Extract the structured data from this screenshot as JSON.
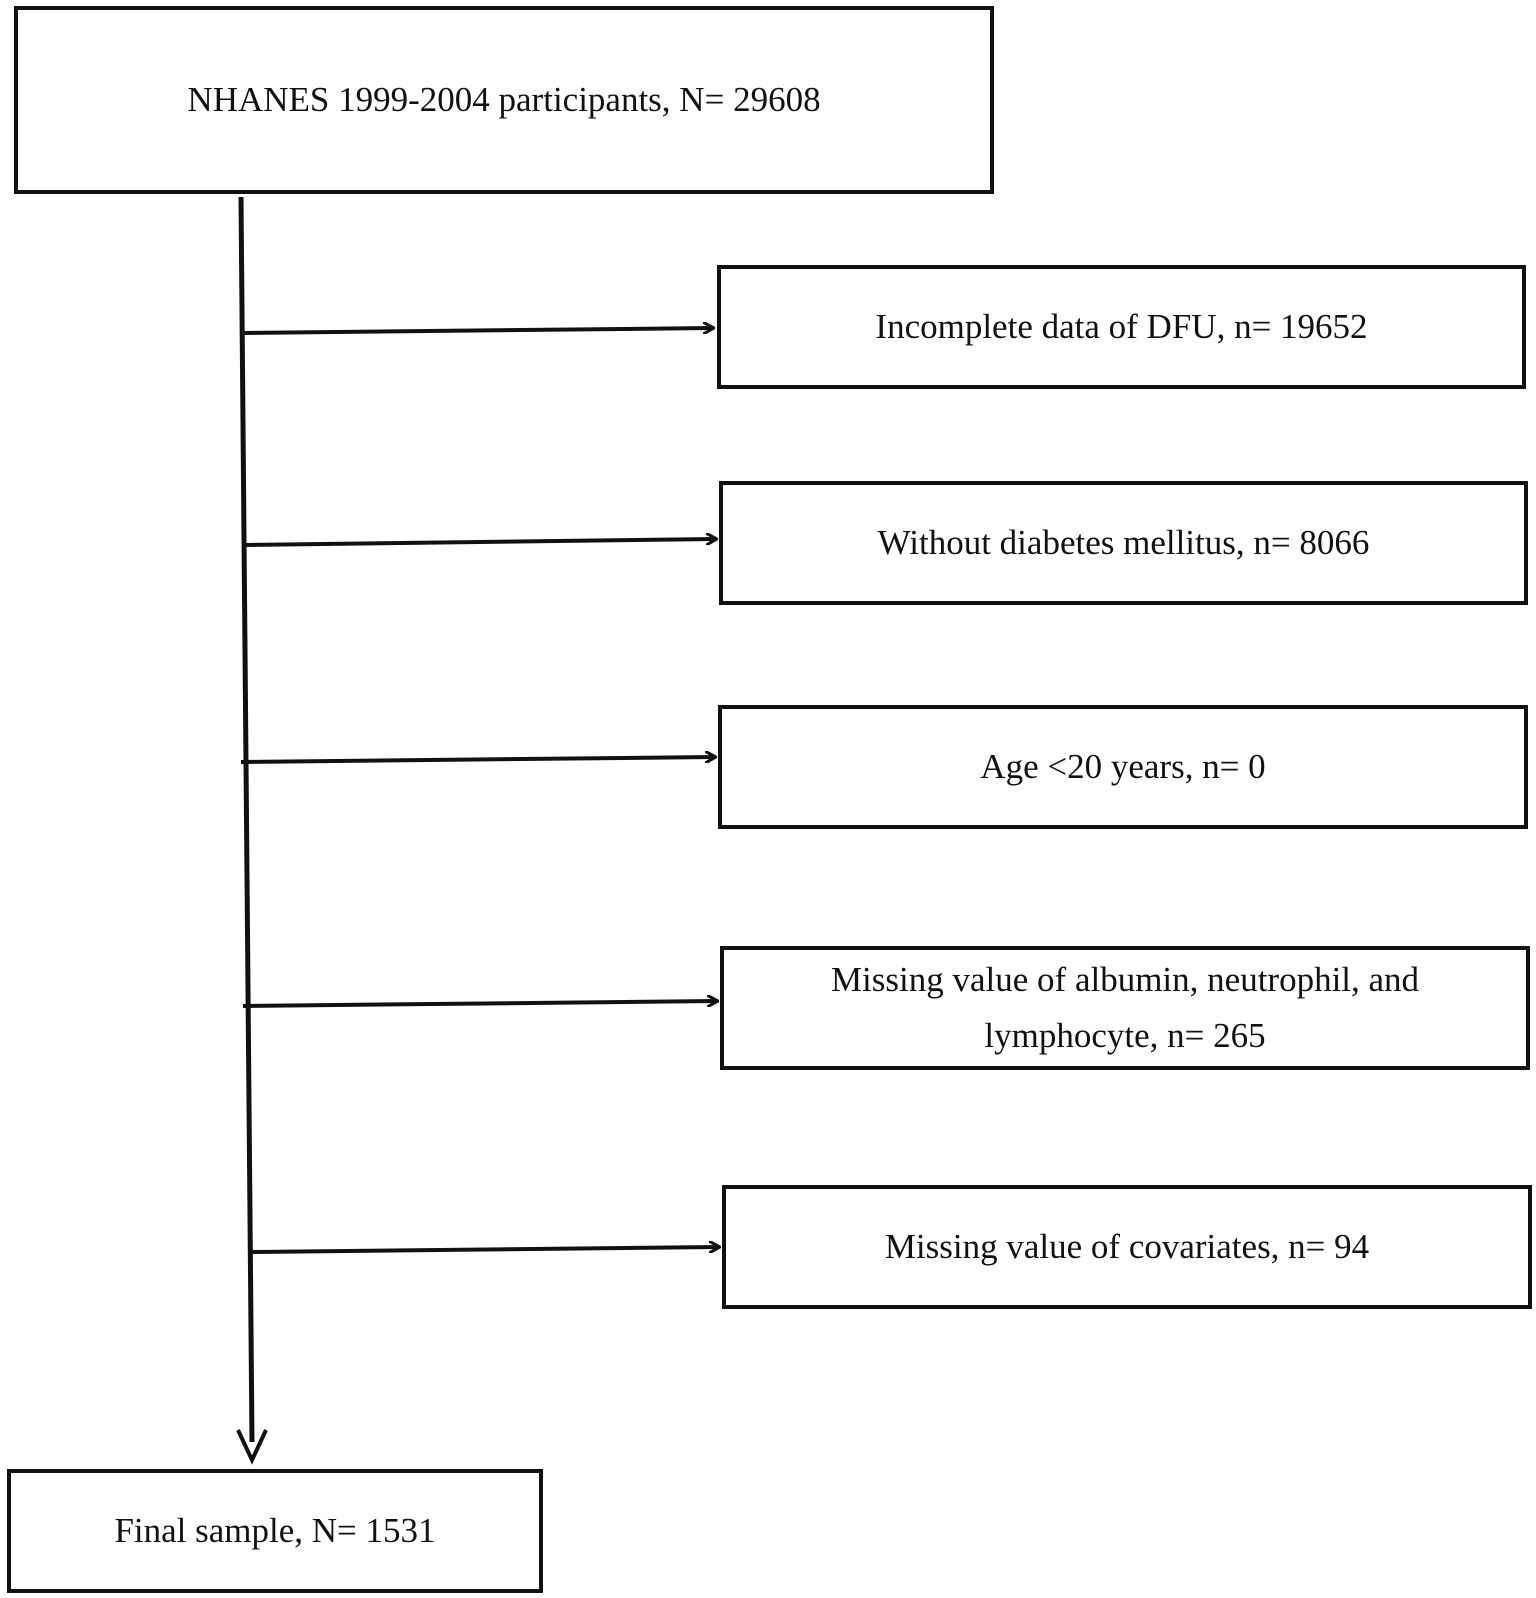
{
  "flowchart": {
    "start": {
      "text": "NHANES 1999-2004 participants, N= 29608"
    },
    "exclusions": [
      {
        "text": "Incomplete data of DFU, n= 19652"
      },
      {
        "text": "Without diabetes mellitus, n= 8066"
      },
      {
        "text": "Age <20 years, n= 0"
      },
      {
        "text": "Missing value of albumin, neutrophil, and lymphocyte, n= 265"
      },
      {
        "text": "Missing value of covariates, n= 94"
      }
    ],
    "final": {
      "text": "Final sample, N= 1531"
    }
  }
}
